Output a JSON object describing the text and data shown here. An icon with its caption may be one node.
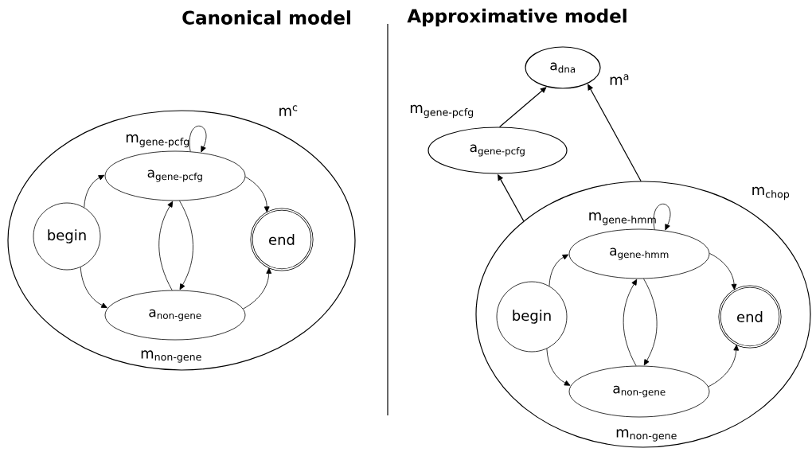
{
  "diagram": {
    "nodes": [
      {
        "text": [],
        "shape": "circle",
        "beside": [
          "m$^{c}$"
        ]
      },
      {
        "text": [
          "begin"
        ],
        "in": 0
      },
      {
        "text": [
          "a$_{gene-pcfg}$"
        ],
        "in": 0,
        "beside": [
          "m$_{gene-pcfg}$"
        ]
      },
      {
        "text": [
          "a$_{non-gene}$"
        ],
        "in": 0,
        "beside": [
          "m$_{non-gene}$"
        ]
      },
      {
        "text": [
          "end"
        ],
        "in": 0
      },
      {
        "text": [
          "a$_{dna}$"
        ],
        "beside": [
          "m$^{a}$"
        ]
      },
      {
        "text": [
          "a$_{gene-pcfg}$"
        ],
        "beside": [
          "m$_{gene-pcfg}$"
        ]
      },
      {
        "text": [],
        "shape": "circle",
        "beside": [
          "m$_{chop}$"
        ]
      },
      {
        "text": [
          "begin"
        ],
        "in": 7
      },
      {
        "text": [
          "a$_{gene-hmm}$"
        ],
        "in": 7,
        "beside": [
          "m$_{gene-hmm}$"
        ]
      },
      {
        "text": [
          "a$_{non-gene}$"
        ],
        "in": 7,
        "beside": [
          "m$_{non-gene}$"
        ]
      },
      {
        "text": [
          "end"
        ],
        "in": 7
      }
    ],
    "edges": [
      {
        "from": 1,
        "to": 2,
        "arrow": "to"
      },
      {
        "from": 1,
        "to": 3,
        "arrow": "to"
      },
      {
        "from": 2,
        "to": 4,
        "arrow": "to"
      },
      {
        "from": 3,
        "to": 4,
        "arrow": "to"
      },
      {
        "from": 3,
        "to": 2,
        "arrow": "to"
      },
      {
        "from": 2,
        "to": 3,
        "arrow": "to"
      },
      {
        "from": 2,
        "to": 2,
        "arrow": "to"
      },
      {
        "from": 6,
        "to": 5,
        "arrow": "to"
      },
      {
        "from": 7,
        "to": 5,
        "arrow": "to"
      },
      {
        "from": 7,
        "to": 6,
        "arrow": "to"
      },
      {
        "from": 8,
        "to": 9,
        "arrow": "to"
      },
      {
        "from": 8,
        "to": 10,
        "arrow": "to"
      },
      {
        "from": 9,
        "to": 11,
        "arrow": "to"
      },
      {
        "from": 10,
        "to": 11,
        "arrow": "to"
      },
      {
        "from": 10,
        "to": 9,
        "arrow": "to"
      },
      {
        "from": 9,
        "to": 10,
        "arrow": "to"
      },
      {
        "from": 9,
        "to": 9,
        "arrow": "to"
      }
    ],
    "labels": [
      "Canonical model",
      "Approximative model"
    ]
  }
}
